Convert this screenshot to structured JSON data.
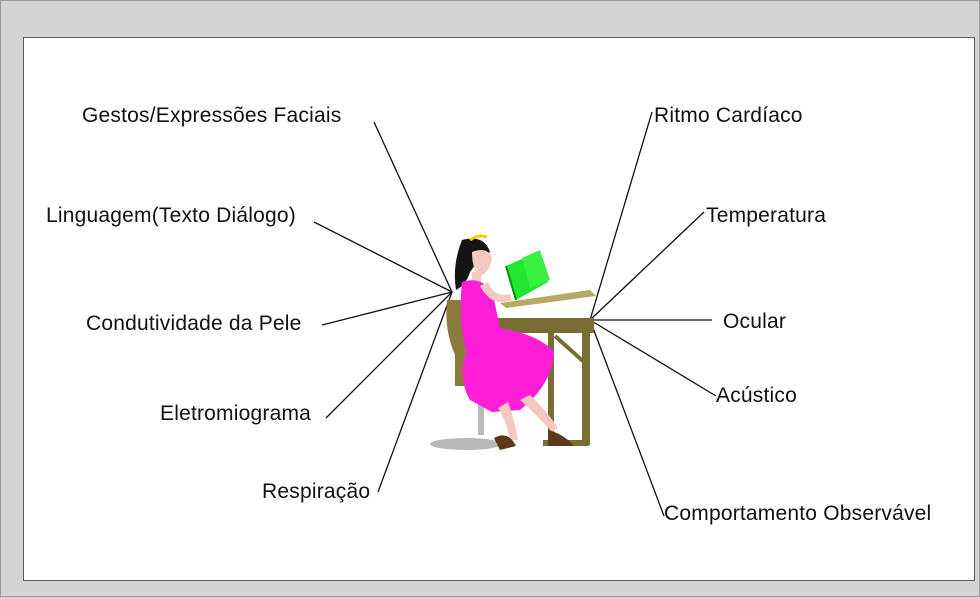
{
  "left_labels": [
    "Gestos/Expressões Faciais",
    "Linguagem(Texto Diálogo)",
    "Condutividade da Pele",
    "Eletromiograma",
    "Respiração"
  ],
  "right_labels": [
    "Ritmo Cardíaco",
    "Temperatura",
    "Ocular",
    "Acústico",
    "Comportamento Observável"
  ],
  "illustration": "girl-reading-at-desk-icon"
}
